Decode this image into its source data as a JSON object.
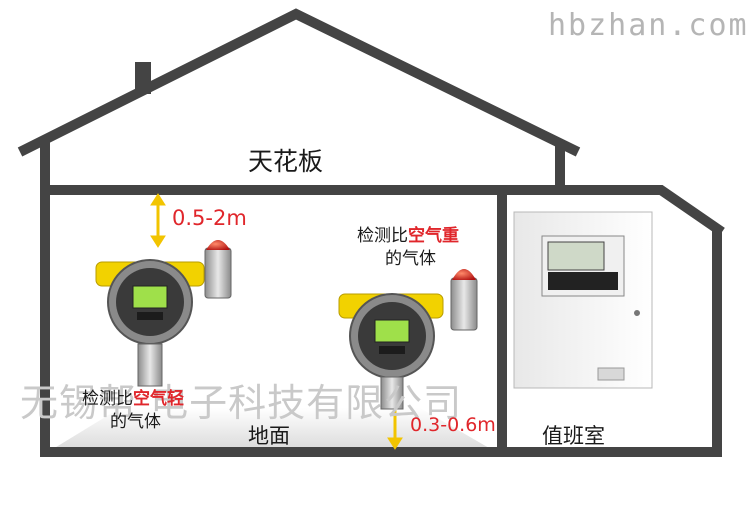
{
  "watermark_site": "hbzhan.com",
  "watermark_company": "无锡帮 电子科技有限公司",
  "labels": {
    "ceiling": "天花板",
    "floor": "地面",
    "duty_room": "值班室",
    "height_high": "0.5-2m",
    "height_low": "0.3-0.6m"
  },
  "gas_heavy": {
    "prefix": "检测比",
    "highlight": "空气重",
    "suffix": "的气体"
  },
  "gas_light": {
    "prefix": "检测比",
    "highlight": "空气轻",
    "suffix": "的气体"
  },
  "colors": {
    "accent": "#e0262b",
    "detector_body": "#f2d200",
    "house_line": "#444444"
  }
}
